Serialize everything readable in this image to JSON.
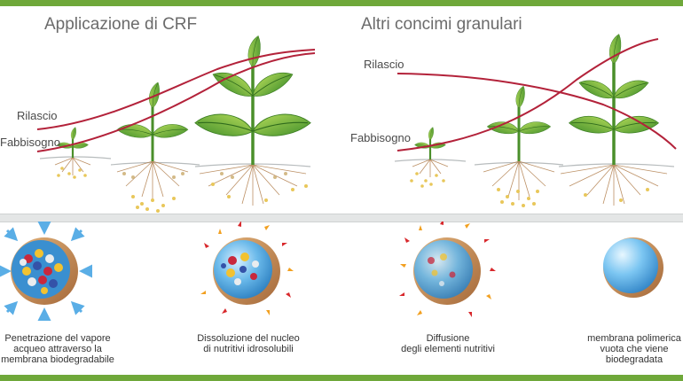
{
  "colors": {
    "frame_green": "#6fa83a",
    "curve_red": "#b3223a",
    "leaf_green": "#5aa532",
    "leaf_light": "#9acd4a",
    "capsule_blue": "#4ea9e2",
    "shell_tan": "#c9935a"
  },
  "left_panel": {
    "title": "Applicazione di CRF",
    "label_release": "Rilascio",
    "label_need": "Fabbisogno"
  },
  "right_panel": {
    "title": "Altri concimi granulari",
    "label_release": "Rilascio",
    "label_need": "Fabbisogno"
  },
  "stages": [
    {
      "lines": [
        "Penetrazione del vapore",
        "acqueo attraverso la",
        "membrana biodegradabile"
      ]
    },
    {
      "lines": [
        "Dissoluzione del nucleo",
        "di nutritivi idrosolubili"
      ]
    },
    {
      "lines": [
        "Diffusione",
        "degli elementi nutritivi"
      ]
    },
    {
      "lines": [
        "membrana polimerica",
        "vuota che viene",
        "biodegradata"
      ]
    }
  ]
}
